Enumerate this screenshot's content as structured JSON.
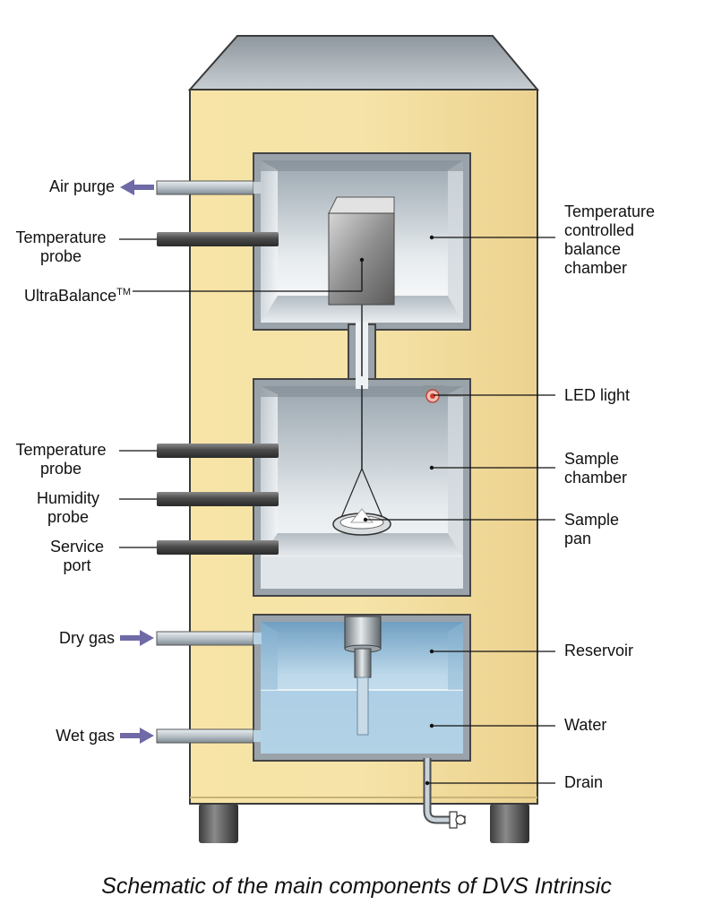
{
  "caption": "Schematic of the main components of DVS Intrinsic",
  "labels": {
    "air_purge": "Air purge",
    "temperature_probe_top": [
      "Temperature",
      "probe"
    ],
    "ultrabalance": "UltraBalance",
    "ultrabalance_mark": "TM",
    "temperature_probe_mid": [
      "Temperature",
      "probe"
    ],
    "humidity_probe": [
      "Humidity",
      "probe"
    ],
    "service_port": [
      "Service",
      "port"
    ],
    "dry_gas": "Dry gas",
    "wet_gas": "Wet gas",
    "temp_controlled_balance_chamber": [
      "Temperature",
      "controlled",
      "balance",
      "chamber"
    ],
    "led_light": "LED light",
    "sample_chamber": [
      "Sample",
      "chamber"
    ],
    "sample_pan": [
      "Sample",
      "pan"
    ],
    "reservoir": "Reservoir",
    "water": "Water",
    "drain": "Drain"
  },
  "colors": {
    "cabinet": "#F3DFA0",
    "cabinet_edge": "#3a3a3a",
    "top_panel": "#AEB6BD",
    "arrow": "#6F6AA6",
    "probe": "#5a5a5a",
    "water": "#9CC5DE"
  }
}
